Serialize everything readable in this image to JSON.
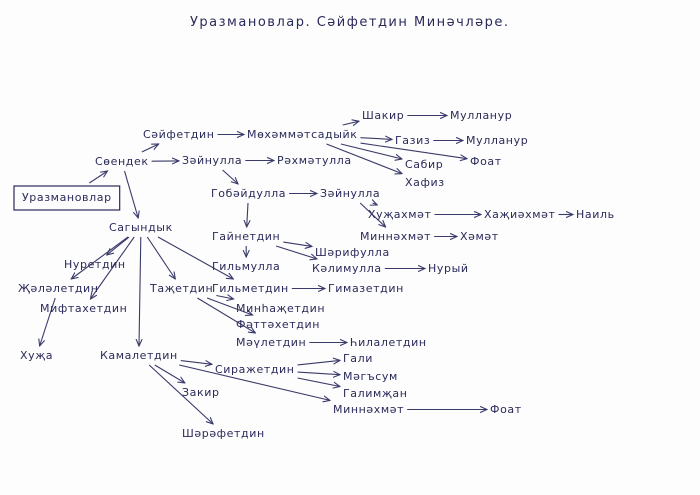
{
  "title": "Уразмановлар. Сәйфетдин Минәчләре.",
  "colors": {
    "ink": "#2a2a5a",
    "paper": "#fdfdfd"
  },
  "nodes": [
    {
      "id": "urazmanovlar",
      "label": "Уразмановлар",
      "boxed": true
    },
    {
      "id": "soendek",
      "label": "Сөендек"
    },
    {
      "id": "sayfetdin",
      "label": "Сәйфетдин"
    },
    {
      "id": "mohammatsadyik",
      "label": "Мөхәммәтсадыйк"
    },
    {
      "id": "shakir",
      "label": "Шакир"
    },
    {
      "id": "mullanur1",
      "label": "Мулланур"
    },
    {
      "id": "gaziz",
      "label": "Газиз"
    },
    {
      "id": "mullanur2",
      "label": "Мулланур"
    },
    {
      "id": "foat1",
      "label": "Фоат"
    },
    {
      "id": "sabir",
      "label": "Сабир"
    },
    {
      "id": "hafiz",
      "label": "Хафиз"
    },
    {
      "id": "zaynulla1",
      "label": "Зәйнулла"
    },
    {
      "id": "rahmatulla",
      "label": "Рәхмәтулла"
    },
    {
      "id": "gobaydulla",
      "label": "Гобәйдулла"
    },
    {
      "id": "zaynulla2",
      "label": "Зәйнулла"
    },
    {
      "id": "huzhahmat",
      "label": "Хуҗахмәт"
    },
    {
      "id": "hazhiahmat",
      "label": "Хаҗиәхмәт"
    },
    {
      "id": "nail",
      "label": "Наиль"
    },
    {
      "id": "minnahmat1",
      "label": "Миннәхмәт"
    },
    {
      "id": "hamat",
      "label": "Хәмәт"
    },
    {
      "id": "gaynetdin",
      "label": "Гайнетдин"
    },
    {
      "id": "sharifulla",
      "label": "Шәрифулла"
    },
    {
      "id": "kalimulla",
      "label": "Кәлимулла"
    },
    {
      "id": "nuryi",
      "label": "Нурый"
    },
    {
      "id": "gilmulla",
      "label": "Гильмулла"
    },
    {
      "id": "sagyndyk",
      "label": "Сагындык"
    },
    {
      "id": "nuretdin",
      "label": "Нуретдин"
    },
    {
      "id": "zhalaletdin",
      "label": "Җәләлетдин"
    },
    {
      "id": "huzha",
      "label": "Хуҗа"
    },
    {
      "id": "miftahetdin",
      "label": "Мифтахетдин"
    },
    {
      "id": "tazhetdin",
      "label": "Таҗетдин"
    },
    {
      "id": "gilmetdin",
      "label": "Гильметдин"
    },
    {
      "id": "gimazetdin",
      "label": "Гимазетдин"
    },
    {
      "id": "minhazhetdin",
      "label": "Минһаҗетдин"
    },
    {
      "id": "fattahetdin",
      "label": "Фәттәхетдин"
    },
    {
      "id": "mauletdin",
      "label": "Мәүлетдин"
    },
    {
      "id": "hilaletdin",
      "label": "Һилалетдин"
    },
    {
      "id": "kamaletdin",
      "label": "Камалетдин"
    },
    {
      "id": "sirazhetdin",
      "label": "Сиражетдин"
    },
    {
      "id": "gali",
      "label": "Гали"
    },
    {
      "id": "magsum",
      "label": "Мәгъсум"
    },
    {
      "id": "galimzhan",
      "label": "Галимҗан"
    },
    {
      "id": "zakir",
      "label": "Закир"
    },
    {
      "id": "minnahmat2",
      "label": "Миннәхмәт"
    },
    {
      "id": "foat2",
      "label": "Фоат"
    },
    {
      "id": "sharafetdin",
      "label": "Шәрәфетдин"
    }
  ],
  "edges": [
    [
      "urazmanovlar",
      "soendek"
    ],
    [
      "soendek",
      "sayfetdin"
    ],
    [
      "soendek",
      "zaynulla1"
    ],
    [
      "soendek",
      "sagyndyk"
    ],
    [
      "sayfetdin",
      "mohammatsadyik"
    ],
    [
      "mohammatsadyik",
      "shakir"
    ],
    [
      "mohammatsadyik",
      "gaziz"
    ],
    [
      "mohammatsadyik",
      "sabir"
    ],
    [
      "mohammatsadyik",
      "hafiz"
    ],
    [
      "mohammatsadyik",
      "foat1"
    ],
    [
      "shakir",
      "mullanur1"
    ],
    [
      "gaziz",
      "mullanur2"
    ],
    [
      "zaynulla1",
      "rahmatulla"
    ],
    [
      "zaynulla1",
      "gobaydulla"
    ],
    [
      "gobaydulla",
      "zaynulla2"
    ],
    [
      "gobaydulla",
      "gaynetdin"
    ],
    [
      "zaynulla2",
      "huzhahmat"
    ],
    [
      "zaynulla2",
      "minnahmat1"
    ],
    [
      "huzhahmat",
      "hazhiahmat"
    ],
    [
      "hazhiahmat",
      "nail"
    ],
    [
      "minnahmat1",
      "hamat"
    ],
    [
      "gaynetdin",
      "sharifulla"
    ],
    [
      "gaynetdin",
      "kalimulla"
    ],
    [
      "gaynetdin",
      "gilmulla"
    ],
    [
      "kalimulla",
      "nuryi"
    ],
    [
      "sagyndyk",
      "nuretdin"
    ],
    [
      "sagyndyk",
      "zhalaletdin"
    ],
    [
      "sagyndyk",
      "miftahetdin"
    ],
    [
      "sagyndyk",
      "tazhetdin"
    ],
    [
      "sagyndyk",
      "gilmetdin"
    ],
    [
      "sagyndyk",
      "kamaletdin"
    ],
    [
      "zhalaletdin",
      "huzha"
    ],
    [
      "gilmetdin",
      "gimazetdin"
    ],
    [
      "tazhetdin",
      "minhazhetdin"
    ],
    [
      "tazhetdin",
      "fattahetdin"
    ],
    [
      "tazhetdin",
      "mauletdin"
    ],
    [
      "mauletdin",
      "hilaletdin"
    ],
    [
      "kamaletdin",
      "sirazhetdin"
    ],
    [
      "kamaletdin",
      "zakir"
    ],
    [
      "kamaletdin",
      "minnahmat2"
    ],
    [
      "kamaletdin",
      "sharafetdin"
    ],
    [
      "sirazhetdin",
      "gali"
    ],
    [
      "sirazhetdin",
      "magsum"
    ],
    [
      "sirazhetdin",
      "galimzhan"
    ],
    [
      "minnahmat2",
      "foat2"
    ]
  ]
}
